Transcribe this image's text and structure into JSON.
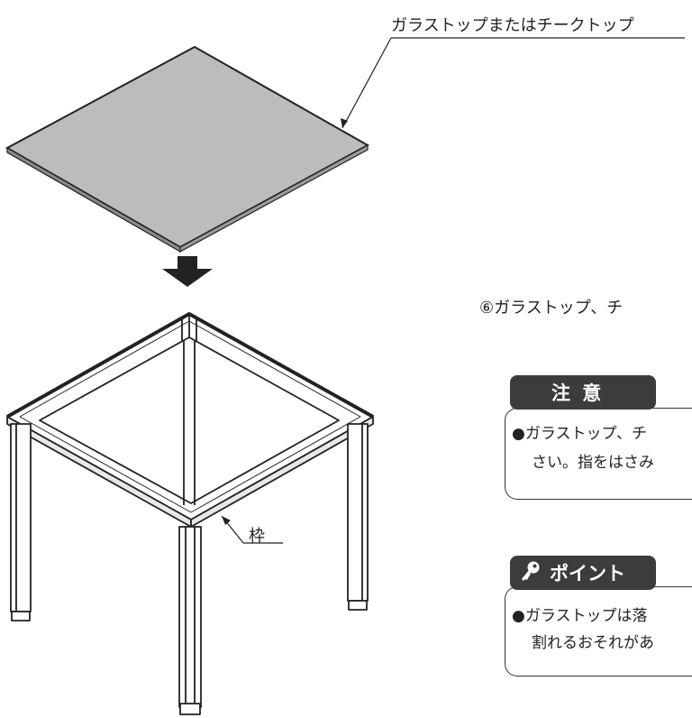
{
  "labels": {
    "top_part": "ガラストップまたはチークトップ",
    "frame": "枠"
  },
  "step": {
    "text": "⑥ガラストップ、チ"
  },
  "caution": {
    "title": "注 意",
    "lines": [
      "●ガラストップ、チ",
      "さい。指をはさみ"
    ]
  },
  "point": {
    "title": "ポイント",
    "lines": [
      "●ガラストップは落",
      "割れるおそれがあ"
    ]
  },
  "colors": {
    "panel_fill": "#bcbcbc",
    "line": "#222222",
    "tag_bg": "#3c3c3c"
  }
}
